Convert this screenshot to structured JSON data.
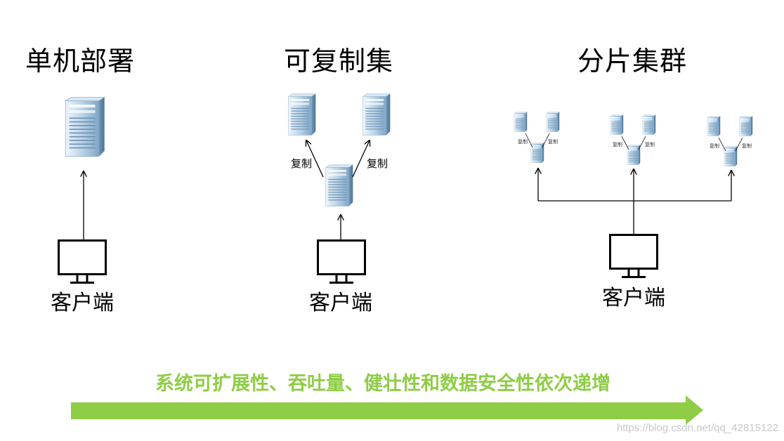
{
  "panels": [
    {
      "title": "单机部署",
      "client_label": "客户端"
    },
    {
      "title": "可复制集",
      "client_label": "客户端",
      "replication_label": "复制"
    },
    {
      "title": "分片集群",
      "client_label": "客户端",
      "replication_label": "复制"
    }
  ],
  "caption": "系统可扩展性、吞吐量、健壮性和数据安全性依次递增",
  "watermark": "https://blog.csdn.net/qq_42815122",
  "colors": {
    "accent_green": "#8fcd46",
    "server_blue": "#9cc0dc"
  },
  "icons": [
    "server-icon",
    "monitor-icon",
    "arrow-icon"
  ]
}
